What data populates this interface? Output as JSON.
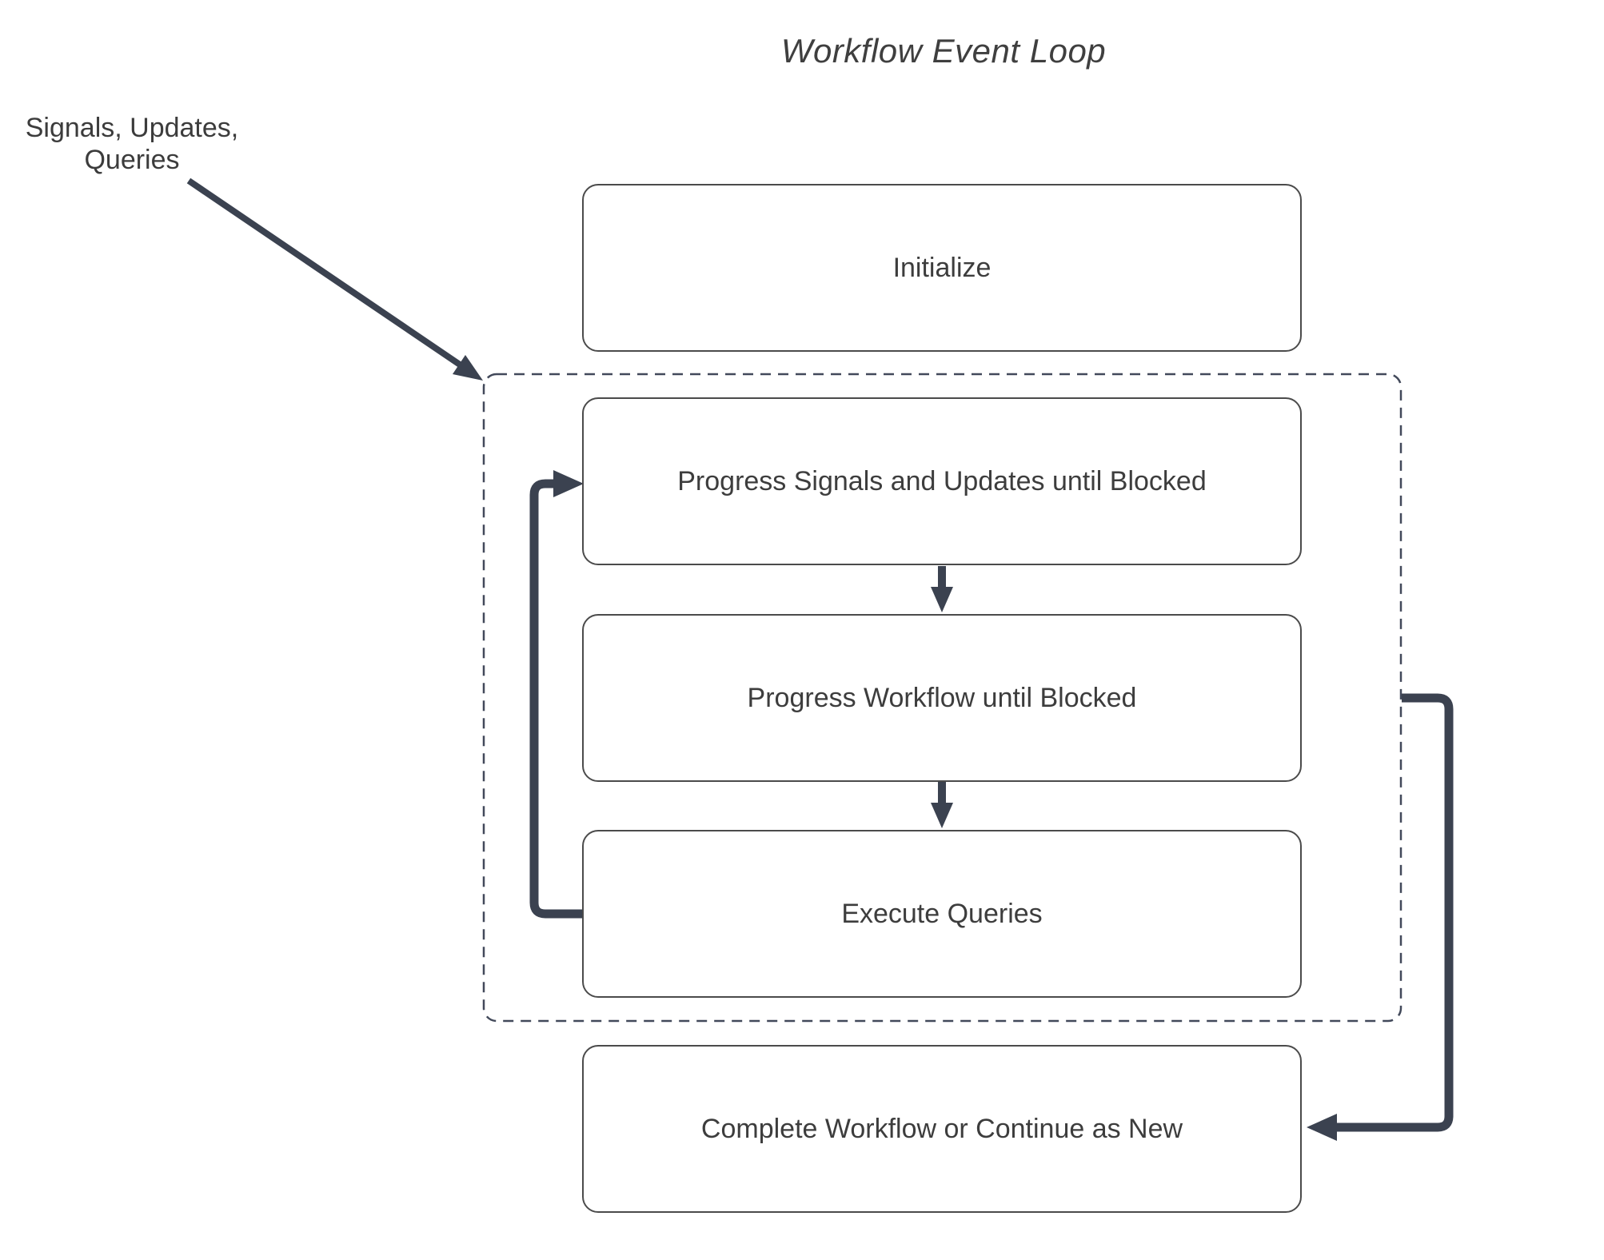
{
  "diagram": {
    "title": "Workflow Event Loop",
    "external_inputs_label": "Signals, Updates,\nQueries"
  },
  "nodes": [
    {
      "id": "initialize",
      "label": "Initialize"
    },
    {
      "id": "progress-signals",
      "label": "Progress Signals and Updates until Blocked"
    },
    {
      "id": "progress-workflow",
      "label": "Progress Workflow until Blocked"
    },
    {
      "id": "execute-queries",
      "label": "Execute Queries"
    },
    {
      "id": "complete",
      "label": "Complete Workflow or Continue as New"
    }
  ],
  "containers": [
    {
      "id": "event-loop",
      "style": "dashed",
      "contains": [
        "progress-signals",
        "progress-workflow",
        "execute-queries"
      ]
    }
  ],
  "edges": [
    {
      "name": "external-inputs-arrow",
      "from": "signals-updates-queries-label",
      "to": "event-loop-container"
    },
    {
      "name": "signals-to-workflow",
      "from": "progress-signals",
      "to": "progress-workflow"
    },
    {
      "name": "workflow-to-queries",
      "from": "progress-workflow",
      "to": "execute-queries"
    },
    {
      "name": "queries-loop-back",
      "from": "execute-queries",
      "to": "progress-signals"
    },
    {
      "name": "loop-exit-to-complete",
      "from": "event-loop-container",
      "to": "complete"
    }
  ],
  "colors": {
    "background": "#ffffff",
    "connector": "#3b4250",
    "box_border": "#4b4b4b",
    "dashed_border": "#42495a",
    "text": "#3d3d3d"
  }
}
